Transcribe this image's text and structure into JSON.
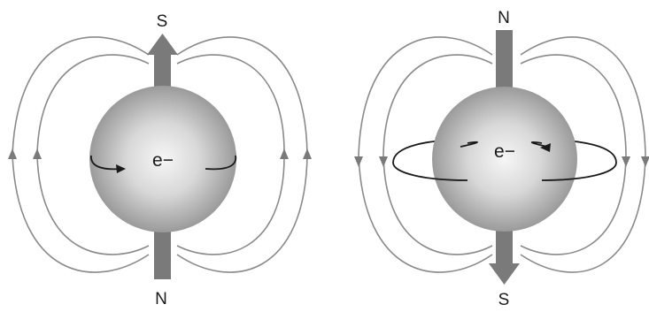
{
  "panels": [
    {
      "electron_label": "e−",
      "top_pole": "S",
      "bottom_pole": "N",
      "field_direction": "up",
      "spin_icon": "curved-spin-arrow-icon",
      "moment_icon": "magnetic-moment-arrow-icon"
    },
    {
      "electron_label": "e−",
      "top_pole": "N",
      "bottom_pole": "S",
      "field_direction": "down",
      "spin_icon": "curved-spin-arrow-icon",
      "moment_icon": "magnetic-moment-arrow-icon"
    }
  ],
  "colors": {
    "background": "#ffffff",
    "field_line": "#8a8a8a",
    "moment_arrow": "#7a7a7a",
    "sphere_light": "#f4f4f4",
    "sphere_dark": "#8e8e8e",
    "text": "#1a1a1a"
  }
}
